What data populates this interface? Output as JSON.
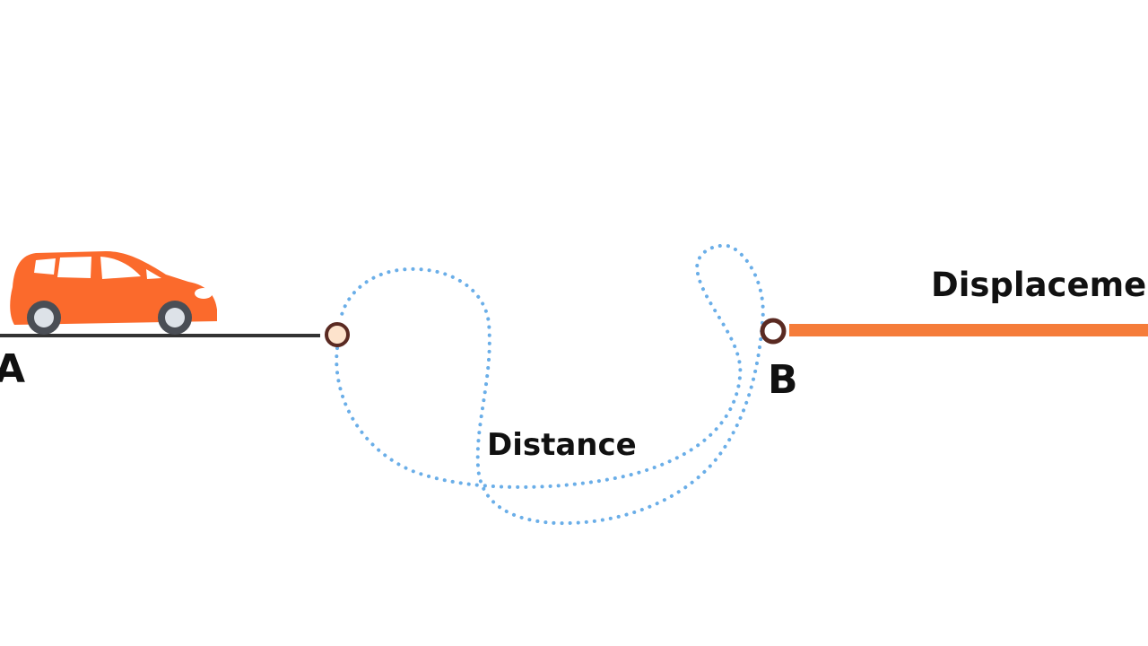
{
  "labels": {
    "start": "A",
    "end": "B",
    "distance": "Distance",
    "displacement": "Displacement"
  },
  "icons": {
    "vehicle": "car-icon"
  },
  "colors": {
    "car": "#fb6a2c",
    "displacement_line": "#f57c3a",
    "distance_path": "#6aaee8",
    "ground_line": "#333333",
    "point_fill": "#fde3cc",
    "point_stroke": "#5a2a22"
  }
}
